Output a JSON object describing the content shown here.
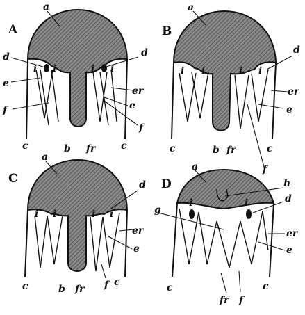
{
  "figure": {
    "panels": [
      {
        "id": "A",
        "labels": {
          "a": "a",
          "d": "d",
          "d2": "d",
          "i1": "i",
          "i2": "i",
          "i3": "i",
          "i4": "i",
          "e": "e",
          "e2": "e",
          "er": "er",
          "f": "f",
          "f2": "f",
          "c1": "c",
          "c2": "c",
          "b": "b",
          "fr": "fr"
        }
      },
      {
        "id": "B",
        "labels": {
          "a": "a",
          "d": "d",
          "i1": "i",
          "i2": "i",
          "i3": "i",
          "i4": "i",
          "er": "er",
          "e": "e",
          "f": "f",
          "c1": "c",
          "c2": "c",
          "b": "b",
          "fr": "fr"
        }
      },
      {
        "id": "C",
        "labels": {
          "a": "a",
          "d": "d",
          "i1": "i",
          "i2": "i",
          "i3": "i",
          "i4": "i",
          "er": "er",
          "e": "e",
          "c1": "c",
          "c2": "c",
          "b": "b",
          "fr": "fr",
          "f": "f"
        }
      },
      {
        "id": "D",
        "labels": {
          "a": "a",
          "h": "h",
          "g": "g",
          "d": "d",
          "i1": "i",
          "i2": "i",
          "er": "er",
          "e": "e",
          "c1": "c",
          "c2": "c",
          "fr": "fr",
          "f": "f"
        }
      }
    ]
  }
}
